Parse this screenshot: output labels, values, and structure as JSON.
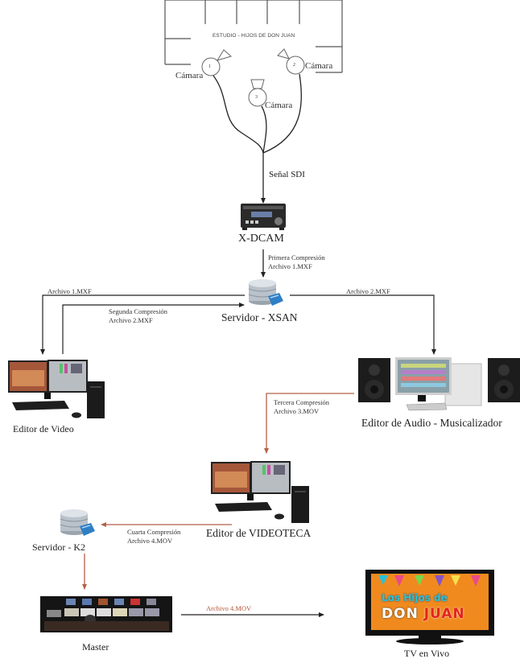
{
  "studio": {
    "title": "ESTUDIO - HIJOS DE DON JUAN",
    "cameras": [
      {
        "number": "1",
        "label": "Cámara"
      },
      {
        "number": "2",
        "label": "Cámara"
      },
      {
        "number": "3",
        "label": "Cámara"
      }
    ]
  },
  "signal_label": "Señal SDI",
  "nodes": {
    "xdcam": "X-DCAM",
    "xsan": "Servidor - XSAN",
    "video_editor": "Editor de Video",
    "audio_editor": "Editor de Audio - Musicalizador",
    "videoteca": "Editor de VIDEOTECA",
    "k2": "Servidor - K2",
    "master": "Master",
    "tv": "TV en Vivo"
  },
  "edges": {
    "first_compression": {
      "line1": "Primera Compresión",
      "line2": "Archivo 1.MXF"
    },
    "to_video_editor": "Archivo 1.MXF",
    "second_compression": {
      "line1": "Segunda Compresión",
      "line2": "Archivo 2.MXF"
    },
    "to_audio_editor": "Archivo 2.MXF",
    "third_compression": {
      "line1": "Tercera Compresión",
      "line2": "Archivo 3.MOV"
    },
    "fourth_compression": {
      "line1": "Cuarta Compresión",
      "line2": "Archivo 4.MOV"
    },
    "to_tv": "Archivo 4.MOV"
  },
  "tv_screen": {
    "line1": "Los Hijos de",
    "line2a": "DON",
    "line2b": "JUAN"
  },
  "colors": {
    "line": "#333333",
    "orange_line": "#b5614a",
    "orange_text": "#b0563a"
  }
}
